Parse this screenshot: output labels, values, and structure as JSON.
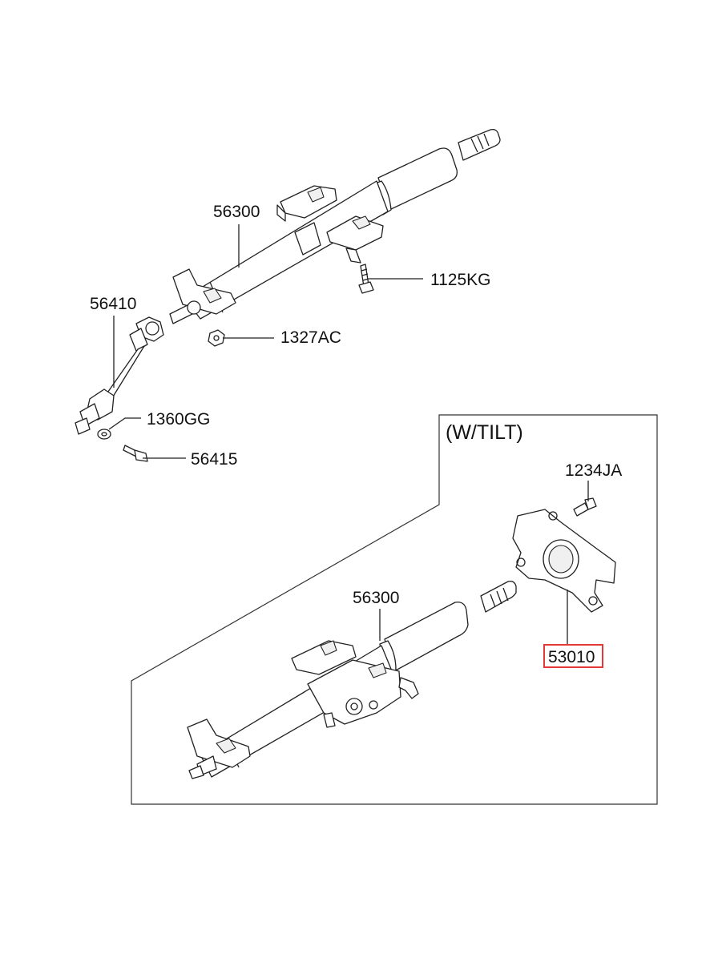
{
  "colors": {
    "line": "#222222",
    "highlight": "#e53935",
    "background": "#ffffff"
  },
  "labels": {
    "p56300_top": "56300",
    "p1125KG": "1125KG",
    "p56410": "56410",
    "p1327AC": "1327AC",
    "p1360GG": "1360GG",
    "p56415": "56415",
    "wtilt": "(W/TILT)",
    "p1234JA": "1234JA",
    "p56300_bottom": "56300",
    "p53010": "53010"
  },
  "highlighted_part": "53010"
}
